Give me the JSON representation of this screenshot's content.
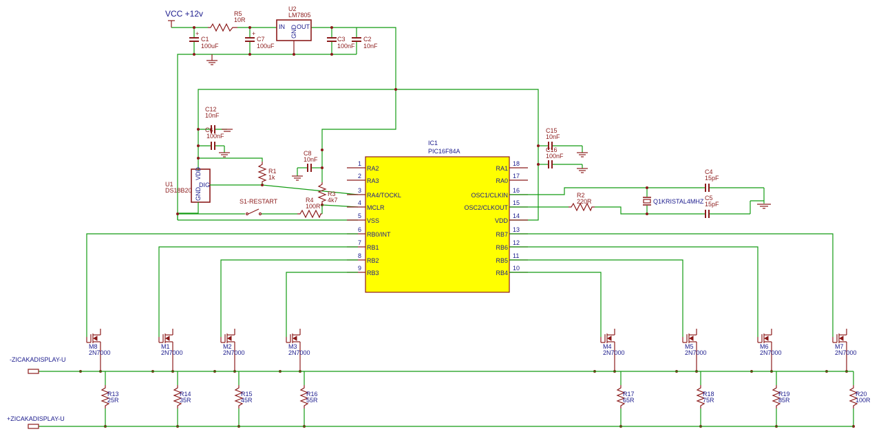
{
  "power": {
    "vcc": "VCC +12v"
  },
  "regulator": {
    "ref": "U2",
    "part": "LM7805",
    "pin_in": "IN",
    "pin_out": "OUT",
    "pin_gnd": "GND"
  },
  "resistors": {
    "r5": {
      "ref": "R5",
      "val": "10R"
    },
    "r1": {
      "ref": "R1",
      "val": "1k"
    },
    "r3": {
      "ref": "R3",
      "val": "4k7"
    },
    "r4": {
      "ref": "R4",
      "val": "100R"
    },
    "r2": {
      "ref": "R2",
      "val": "220R"
    },
    "r13": {
      "ref": "R13",
      "val": "25R"
    },
    "r14": {
      "ref": "R14",
      "val": "35R"
    },
    "r15": {
      "ref": "R15",
      "val": "45R"
    },
    "r16": {
      "ref": "R16",
      "val": "55R"
    },
    "r17": {
      "ref": "R17",
      "val": "65R"
    },
    "r18": {
      "ref": "R18",
      "val": "75R"
    },
    "r19": {
      "ref": "R19",
      "val": "85R"
    },
    "r20": {
      "ref": "R20",
      "val": "100R"
    }
  },
  "capacitors": {
    "c1": {
      "ref": "C1",
      "val": "100uF"
    },
    "c7": {
      "ref": "C7",
      "val": "100uF"
    },
    "c3": {
      "ref": "C3",
      "val": "100nF"
    },
    "c2": {
      "ref": "C2",
      "val": "10nF"
    },
    "c12": {
      "ref": "C12",
      "val": "10nF"
    },
    "c6": {
      "ref": "C6",
      "val": "100nF"
    },
    "c8": {
      "ref": "C8",
      "val": "10nF"
    },
    "c15": {
      "ref": "C15",
      "val": "10nF"
    },
    "c16": {
      "ref": "C16",
      "val": "100nF"
    },
    "c4": {
      "ref": "C4",
      "val": "15pF"
    },
    "c5": {
      "ref": "C5",
      "val": "15pF"
    }
  },
  "sensor": {
    "ref": "U1",
    "part": "DS18B20",
    "vdd": "VDD",
    "dig": "DIG",
    "gnd": "GND"
  },
  "switch": {
    "label": "S1-RESTART"
  },
  "crystal": {
    "label": "Q1KRISTAL4MHZ"
  },
  "mcu": {
    "ref": "IC1",
    "part": "PIC16F84A",
    "left_pins": [
      {
        "num": "1",
        "name": "RA2"
      },
      {
        "num": "2",
        "name": "RA3"
      },
      {
        "num": "3",
        "name": "RA4/TOCKL"
      },
      {
        "num": "4",
        "name": "MCLR"
      },
      {
        "num": "5",
        "name": "VSS"
      },
      {
        "num": "6",
        "name": "RB0/INT"
      },
      {
        "num": "7",
        "name": "RB1"
      },
      {
        "num": "8",
        "name": "RB2"
      },
      {
        "num": "9",
        "name": "RB3"
      }
    ],
    "right_pins": [
      {
        "num": "18",
        "name": "RA1"
      },
      {
        "num": "17",
        "name": "RA0"
      },
      {
        "num": "16",
        "name": "OSC1/CLKIN"
      },
      {
        "num": "15",
        "name": "OSC2/CLKOUT"
      },
      {
        "num": "14",
        "name": "VDD"
      },
      {
        "num": "13",
        "name": "RB7"
      },
      {
        "num": "12",
        "name": "RB6"
      },
      {
        "num": "11",
        "name": "RB5"
      },
      {
        "num": "10",
        "name": "RB4"
      }
    ]
  },
  "mosfets": [
    {
      "ref": "M8",
      "part": "2N7000"
    },
    {
      "ref": "M1",
      "part": "2N7000"
    },
    {
      "ref": "M2",
      "part": "2N7000"
    },
    {
      "ref": "M3",
      "part": "2N7000"
    },
    {
      "ref": "M4",
      "part": "2N7000"
    },
    {
      "ref": "M5",
      "part": "2N7000"
    },
    {
      "ref": "M6",
      "part": "2N7000"
    },
    {
      "ref": "M7",
      "part": "2N7000"
    }
  ],
  "connectors": {
    "minus": "-ZICAKADISPLAY-U",
    "plus": "+ZICAKADISPLAY-U"
  }
}
